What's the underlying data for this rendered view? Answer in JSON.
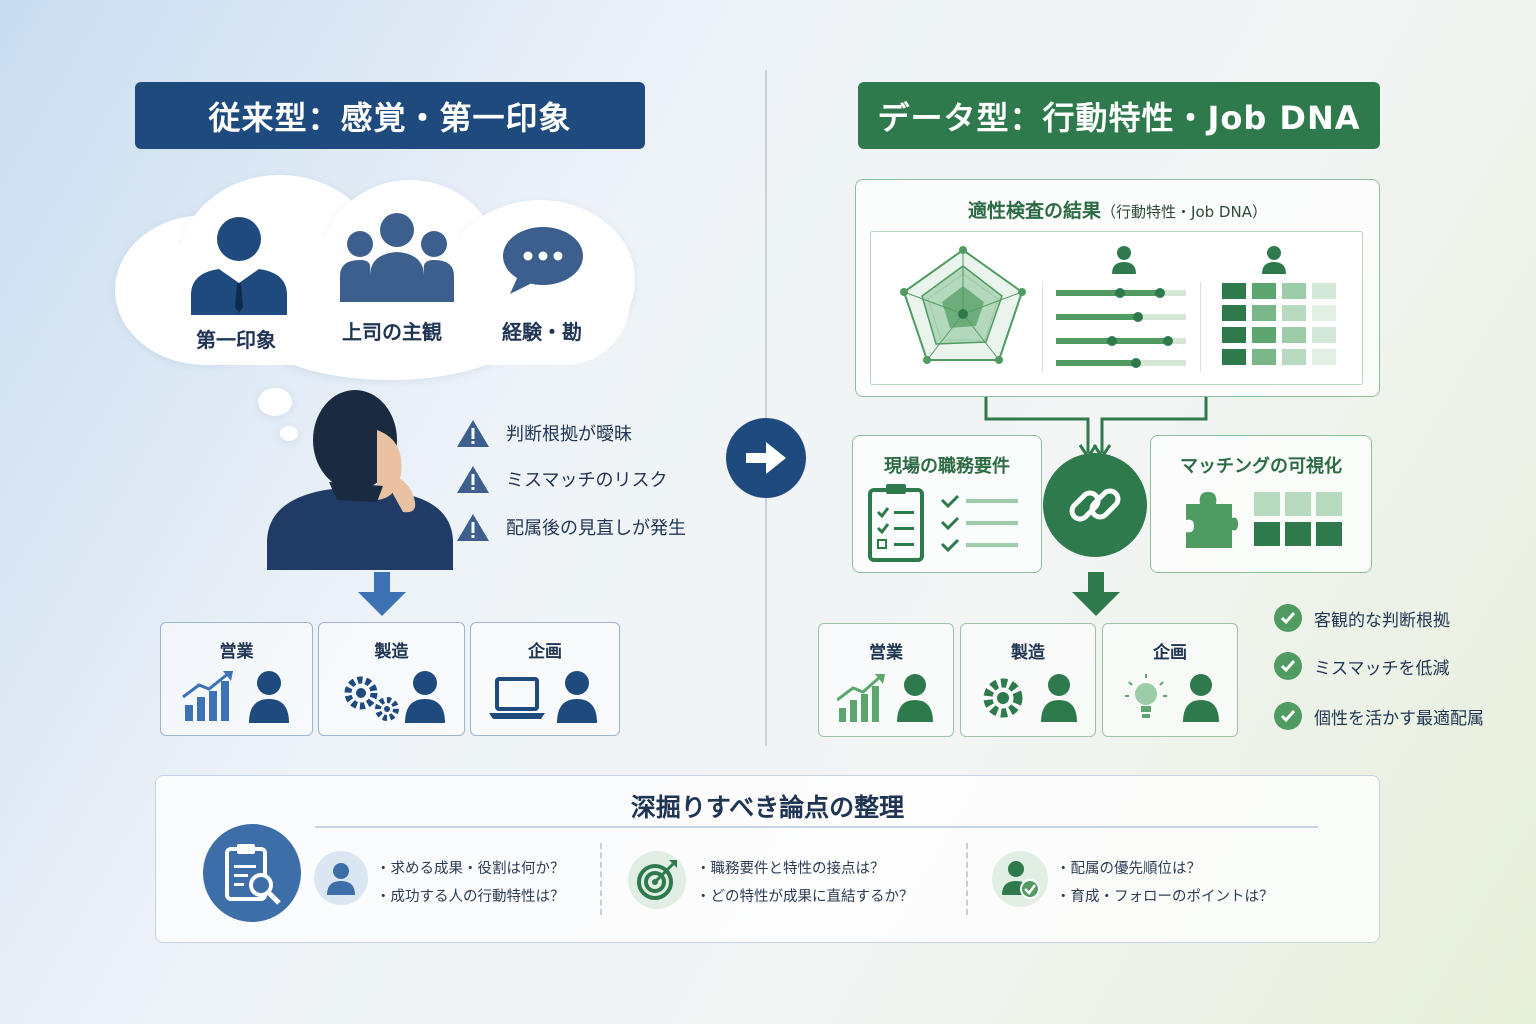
{
  "left": {
    "title": "従来型：感覚・第一印象",
    "cloud_items": [
      "第一印象",
      "上司の主観",
      "経験・勘"
    ],
    "warnings": [
      "判断根拠が曖昧",
      "ミスマッチのリスク",
      "配属後の見直しが発生"
    ],
    "departments": [
      "営業",
      "製造",
      "企画"
    ]
  },
  "right": {
    "title": "データ型：行動特性・Job DNA",
    "assessment_title": "適性検査の結果",
    "assessment_subtitle": "（行動特性・Job DNA）",
    "requirements_title": "現場の職務要件",
    "matching_title": "マッチングの可視化",
    "departments": [
      "営業",
      "製造",
      "企画"
    ],
    "benefits": [
      "客観的な判断根拠",
      "ミスマッチを低減",
      "個性を活かす最適配属"
    ]
  },
  "bottom": {
    "title": "深掘りすべき論点の整理",
    "groups": [
      {
        "icon": "person-icon",
        "questions": [
          "・求める成果・役割は何か？",
          "・成功する人の行動特性は？"
        ]
      },
      {
        "icon": "target-icon",
        "questions": [
          "・職務要件と特性の接点は？",
          "・どの特性が成果に直結するか？"
        ]
      },
      {
        "icon": "person-check-icon",
        "questions": [
          "・配属の優先順位は？",
          "・育成・フォローのポイントは？"
        ]
      }
    ]
  },
  "colors": {
    "navy": "#1f4a7e",
    "green": "#2f7a4c",
    "light_green": "#4f9b61"
  }
}
